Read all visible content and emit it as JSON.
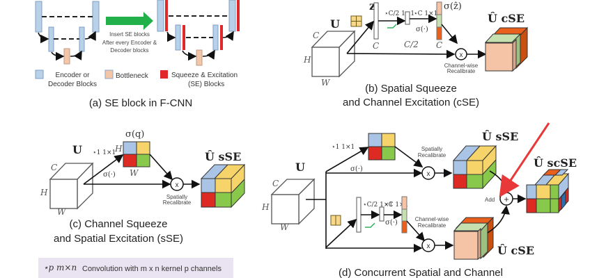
{
  "panel_a": {
    "caption": "(a) SE block in F-CNN",
    "arrow_label": [
      "Insert SE blocks",
      "After every Encoder &",
      "Decoder blocks"
    ],
    "legend": [
      {
        "label_lines": [
          "Encoder or",
          "Decoder Blocks"
        ],
        "color": "#b8d0e8"
      },
      {
        "label_lines": [
          "Bottleneck"
        ],
        "color": "#f4c6a8"
      },
      {
        "label_lines": [
          "Squeeze & Excitation",
          "(SE) Blocks"
        ],
        "color": "#e0282a"
      }
    ]
  },
  "panel_b": {
    "caption_lines": [
      "(b) Spatial Squeeze",
      "and Channel Excitation (cSE)"
    ],
    "input_label": "U",
    "squeeze_label": "z",
    "excite_label": "σ(ẑ)",
    "conv1": "⋆C/2 1×1",
    "conv2": "⋆C 1×1",
    "sigma": "σ(·)",
    "dim_c": "C",
    "dim_c2": "C/2",
    "dims": {
      "c": "C",
      "h": "H",
      "w": "W"
    },
    "recal_label": [
      "Channel-wise",
      "Recalibrate"
    ],
    "output_label": "Û cSE",
    "multiply": "x"
  },
  "panel_c": {
    "caption_lines": [
      "(c) Channel Squeeze",
      "and Spatial Excitation (sSE)"
    ],
    "input_label": "U",
    "map_label": "σ(q)",
    "conv": "⋆1 1×1",
    "sigma": "σ(·)",
    "dims": {
      "c": "C",
      "h": "H",
      "w": "W"
    },
    "recal_label": [
      "Spatially",
      "Recalibrate"
    ],
    "output_label": "Û sSE",
    "multiply": "x"
  },
  "panel_d": {
    "caption": "(d) Concurrent Spatial and Channel",
    "input_label": "U",
    "conv_s": "⋆1 1×1",
    "sigma": "σ(·)",
    "conv1": "⋆C/2 1×1",
    "conv2": "⋆C 1×1",
    "dims": {
      "c": "C",
      "h": "H",
      "w": "W"
    },
    "spatial_recal": [
      "Spatially",
      "Recalibrate"
    ],
    "channel_recal": [
      "Channel-wise",
      "Recalibrate"
    ],
    "add_label": "Add",
    "add_symbol": "+",
    "multiply": "x",
    "out_sse": "Û sSE",
    "out_cse": "Û cSE",
    "out_scse": "Û scSE",
    "annotation_arrow_color": "#e8383a"
  },
  "legend_box": {
    "symbol": "⋆p m×n",
    "text": "Convolution with m x n kernel p channels"
  },
  "colors": {
    "blue": "#a9c4e4",
    "yellow": "#f7d46a",
    "red": "#dd2a22",
    "green": "#88c84a",
    "peach": "#f5c3a6",
    "light_green": "#c6e0b0",
    "orange": "#e8601c",
    "green_arrow": "#22b04a"
  }
}
